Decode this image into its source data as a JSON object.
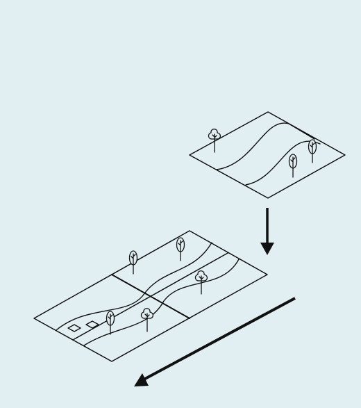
{
  "colors": {
    "background": "#e1eef2",
    "stroke": "#111111",
    "fill": "#e1eef2"
  },
  "icons": {
    "round_tree": "deciduous-tree-icon",
    "tall_tree": "poplar-tree-icon",
    "small_plot": "diamond-plot-icon",
    "arrow": "arrow-icon"
  },
  "diagram": {
    "small_tile": {
      "round_trees": 1,
      "tall_trees": 2,
      "contour_lines": 2
    },
    "large_tile": {
      "grid_sections": 4,
      "round_trees": 2,
      "tall_trees": 3,
      "diamond_plots": 2,
      "contour_lines": 2
    },
    "arrows": [
      {
        "direction": "down"
      },
      {
        "direction": "down-left"
      }
    ]
  }
}
